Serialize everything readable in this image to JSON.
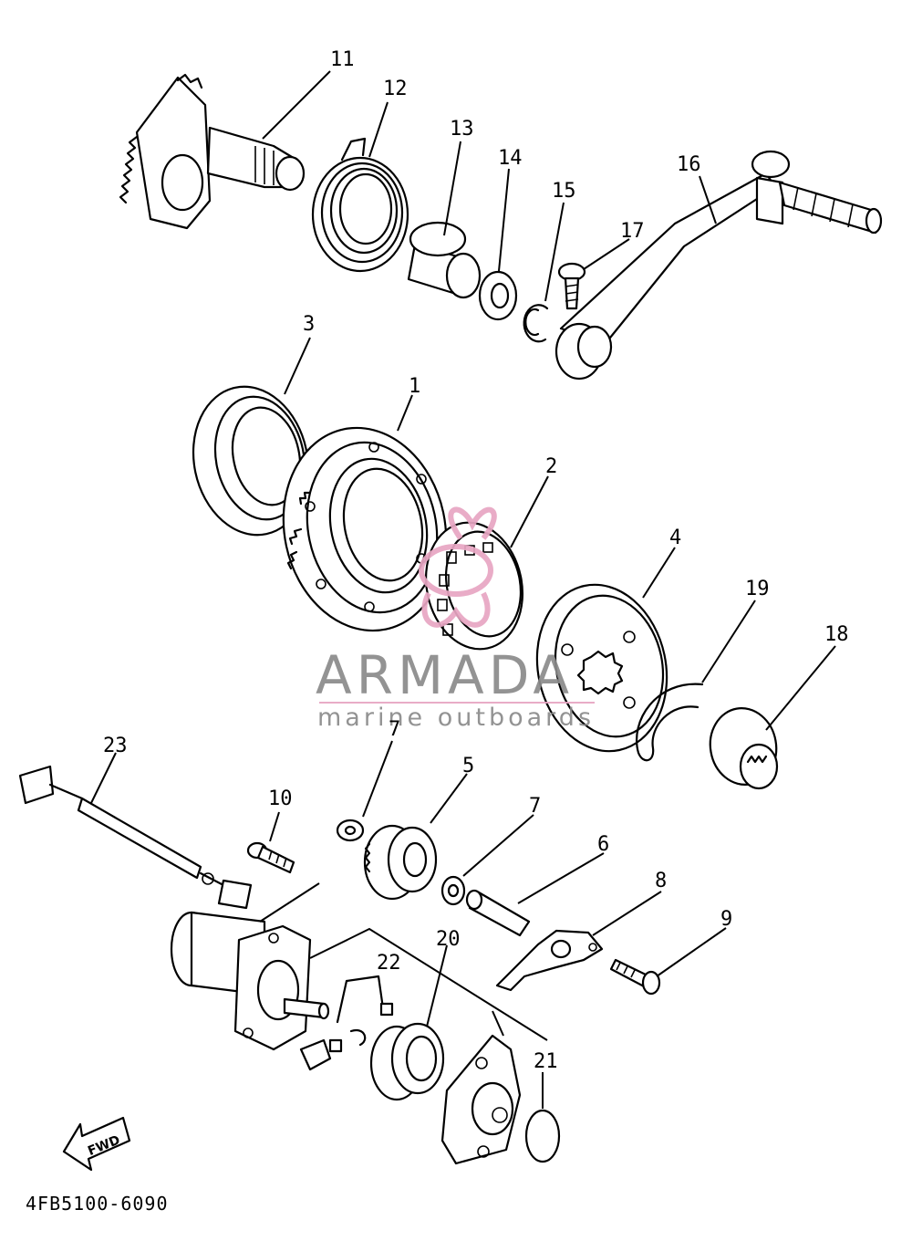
{
  "diagram": {
    "part_code": "4FB5100-6090",
    "fwd_label": "FWD",
    "callouts": [
      "1",
      "2",
      "3",
      "4",
      "5",
      "6",
      "7",
      "7",
      "8",
      "9",
      "10",
      "11",
      "12",
      "13",
      "14",
      "15",
      "16",
      "17",
      "18",
      "19",
      "20",
      "21",
      "22",
      "23"
    ]
  },
  "watermark": {
    "brand": "ARMADA",
    "tagline": "marine outboards",
    "colors": {
      "brand": "#8a8a8a",
      "accent": "#e8a6c3"
    }
  }
}
